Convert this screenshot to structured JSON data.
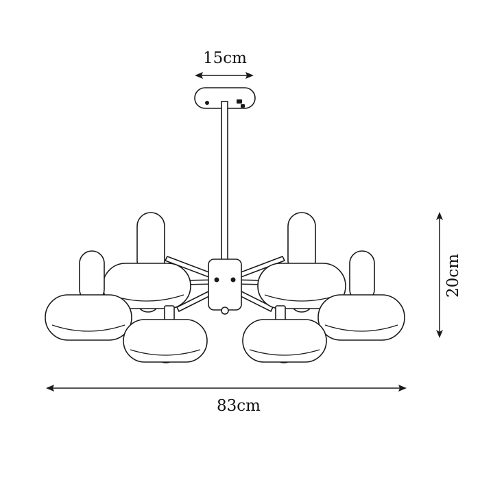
{
  "dimensions": {
    "canopy_width": "15cm",
    "height": "20cm",
    "overall_width": "83cm"
  },
  "product": {
    "shades": 6
  }
}
